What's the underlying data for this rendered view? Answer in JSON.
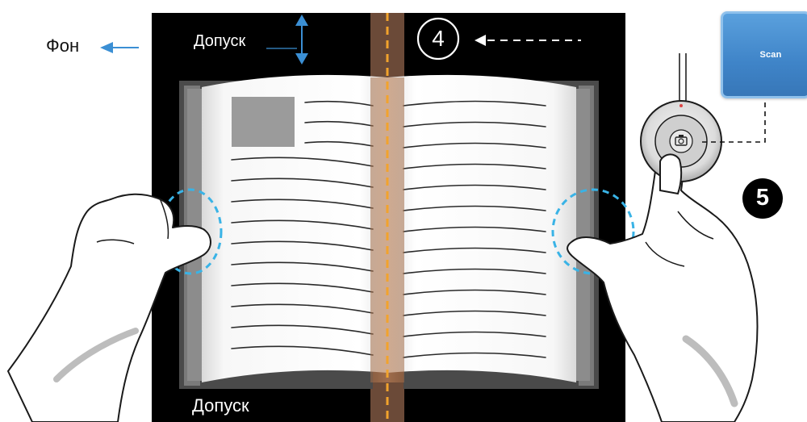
{
  "labels": {
    "background": "Фон",
    "margin_top": "Допуск",
    "margin_bottom": "Допуск"
  },
  "steps": {
    "step4": "4",
    "step5": "5"
  },
  "scan_button": {
    "label": "Scan"
  },
  "colors": {
    "background_area": "#000000",
    "arrow_blue": "#3b8fd4",
    "center_strip": "#6f4f3d",
    "center_dash": "#f2a32c",
    "finger_circle": "#39b3e6",
    "scan_button_fill": "#4a90d4"
  },
  "icons": {
    "step5_marker": "black-circle-number",
    "foot_switch_button": "camera-icon"
  }
}
